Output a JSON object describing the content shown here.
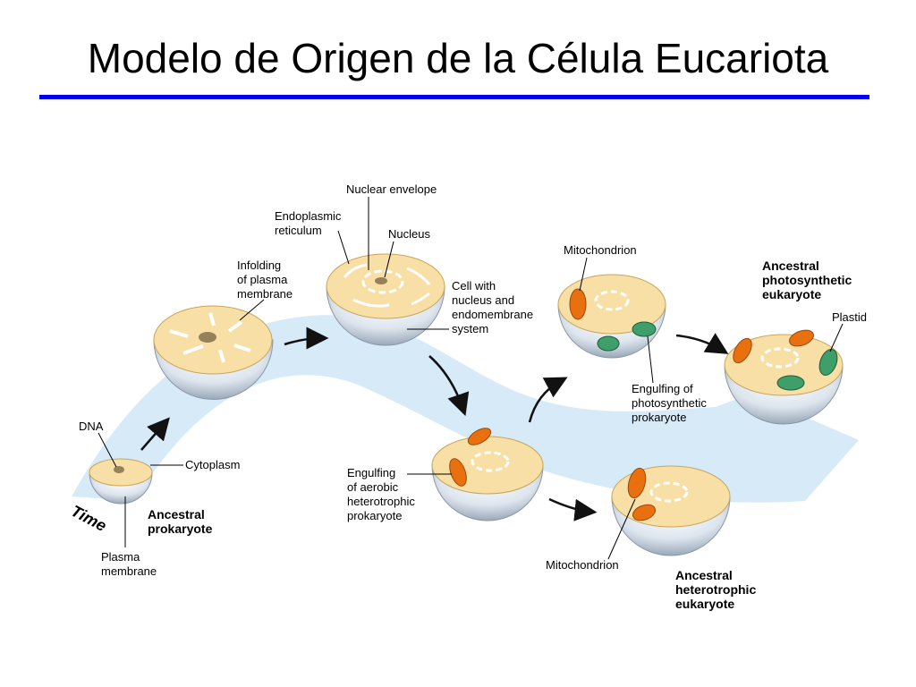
{
  "slide": {
    "title": "Modelo de Origen de la Célula Eucariota",
    "rule_color": "#0000ee"
  },
  "diagram": {
    "time_label": "Time",
    "stages": {
      "ancestral_prokaryote": {
        "title": [
          "Ancestral",
          "prokaryote"
        ]
      },
      "heterotrophic": {
        "title": [
          "Ancestral",
          "heterotrophic",
          "eukaryote"
        ]
      },
      "photosynthetic": {
        "title": [
          "Ancestral",
          "photosynthetic",
          "eukaryote"
        ]
      }
    },
    "labels": {
      "dna": "DNA",
      "cytoplasm": "Cytoplasm",
      "plasma_membrane": [
        "Plasma",
        "membrane"
      ],
      "infolding": [
        "Infolding",
        "of plasma",
        "membrane"
      ],
      "endoplasmic_reticulum": [
        "Endoplasmic",
        "reticulum"
      ],
      "nuclear_envelope": "Nuclear envelope",
      "nucleus": "Nucleus",
      "cell_with_nucleus": [
        "Cell with",
        "nucleus and",
        "endomembrane",
        "system"
      ],
      "engulfing_aerobic": [
        "Engulfing",
        "of aerobic",
        "heterotrophic",
        "prokaryote"
      ],
      "mitochondrion_top": "Mitochondrion",
      "mitochondrion_bottom": "Mitochondrion",
      "engulfing_photosynthetic": [
        "Engulfing of",
        "photosynthetic",
        "prokaryote"
      ],
      "plastid": "Plastid"
    },
    "colors": {
      "time_band": "#cfe6f7",
      "cytoplasm": "#f7dfa5",
      "membrane_shell": "#dfe6ee",
      "mitochondrion": "#e8700f",
      "plastid": "#3e9f6a",
      "arrow": "#111111"
    }
  }
}
